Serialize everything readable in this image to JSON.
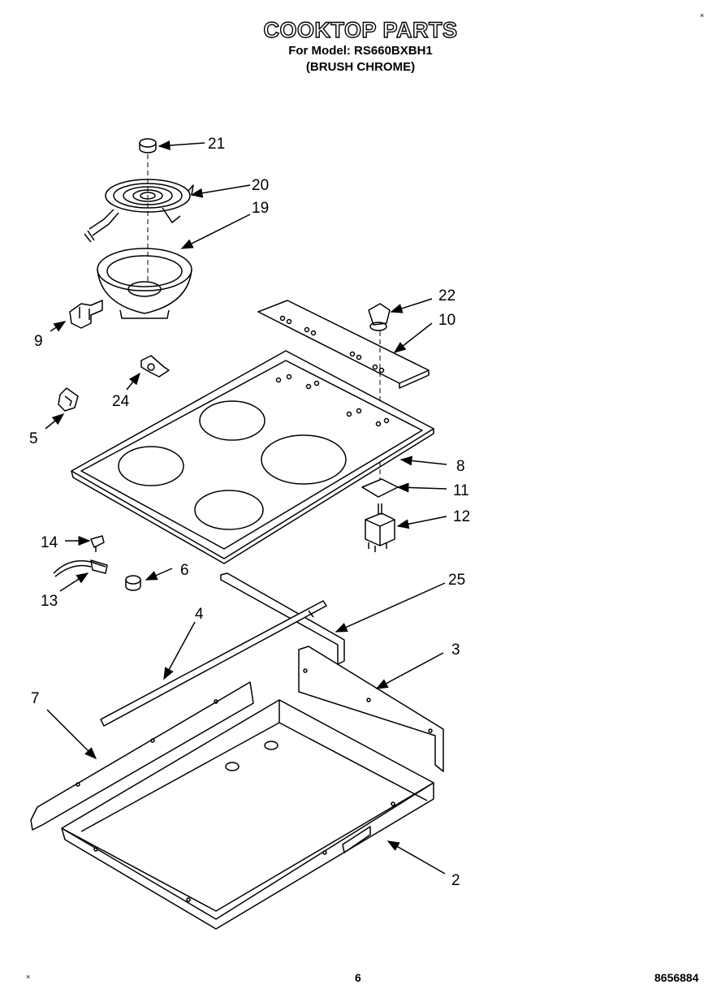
{
  "header": {
    "title": "COOKTOP PARTS",
    "model_line": "For Model: RS660BXBH1",
    "finish_line": "(BRUSH CHROME)"
  },
  "footer": {
    "page_number": "6",
    "part_number": "8656884"
  },
  "corner_marks": [
    "×",
    "×"
  ],
  "callouts": {
    "c21": "21",
    "c20": "20",
    "c19": "19",
    "c22": "22",
    "c10": "10",
    "c9": "9",
    "c24": "24",
    "c5": "5",
    "c8": "8",
    "c11": "11",
    "c12": "12",
    "c14": "14",
    "c13": "13",
    "c6": "6",
    "c25": "25",
    "c4": "4",
    "c3": "3",
    "c7": "7",
    "c2": "2"
  }
}
